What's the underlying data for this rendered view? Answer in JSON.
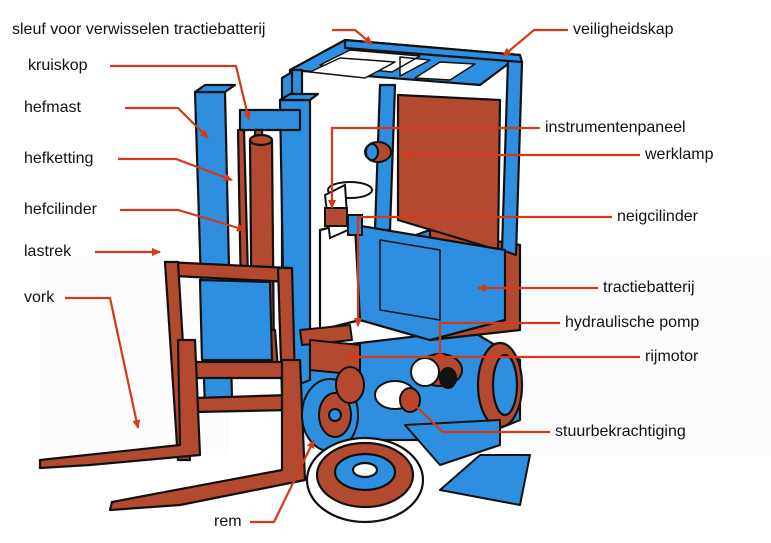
{
  "labels": {
    "sleuf": "sleuf voor verwisselen tractiebatterij",
    "kruiskop": "kruiskop",
    "hefmast": "hefmast",
    "hefketting": "hefketting",
    "hefcilinder": "hefcilinder",
    "lastrek": "lastrek",
    "vork": "vork",
    "rem": "rem",
    "veiligheidskap": "veiligheidskap",
    "instrumentenpaneel": "instrumentenpaneel",
    "werklamp": "werklamp",
    "neigcilinder": "neigcilinder",
    "tractiebatterij": "tractiebatterij",
    "hydraulische_pomp": "hydraulische pomp",
    "rijmotor": "rijmotor",
    "stuurbekrachtiging": "stuurbekrachtiging"
  },
  "colors": {
    "blue": "#2e8fe0",
    "brown": "#b34a30",
    "outline": "#111111",
    "leader": "#d23a1a"
  }
}
